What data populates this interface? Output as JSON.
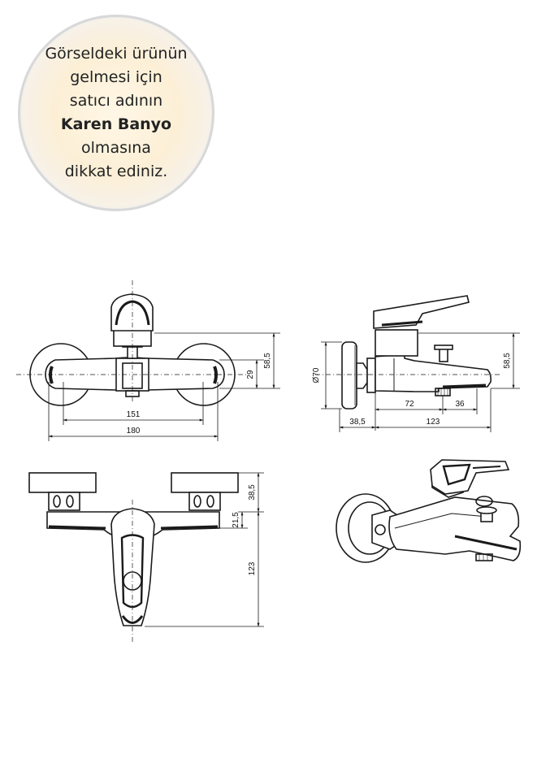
{
  "badge": {
    "lines": [
      "Görseldeki ürünün",
      "gelmesi için",
      "satıcı adının",
      "Karen Banyo",
      "olmasına",
      "dikkat ediniz."
    ],
    "brand": "Karen Banyo"
  },
  "drawing": {
    "front_view": {
      "width_151": "151",
      "width_180": "180",
      "height_58_5": "58,5",
      "height_29": "29"
    },
    "side_view": {
      "diameter_70": "Ø70",
      "height_58_5": "58,5",
      "len_72": "72",
      "len_36": "36",
      "len_38_5": "38,5",
      "len_123": "123"
    },
    "top_view": {
      "dim_38_5": "38,5",
      "dim_21_5": "21,5",
      "dim_123": "123"
    }
  },
  "colors": {
    "line": "#1a1a1a",
    "badge_border": "#d8d8d8",
    "badge_fill": "#fcefd6"
  }
}
